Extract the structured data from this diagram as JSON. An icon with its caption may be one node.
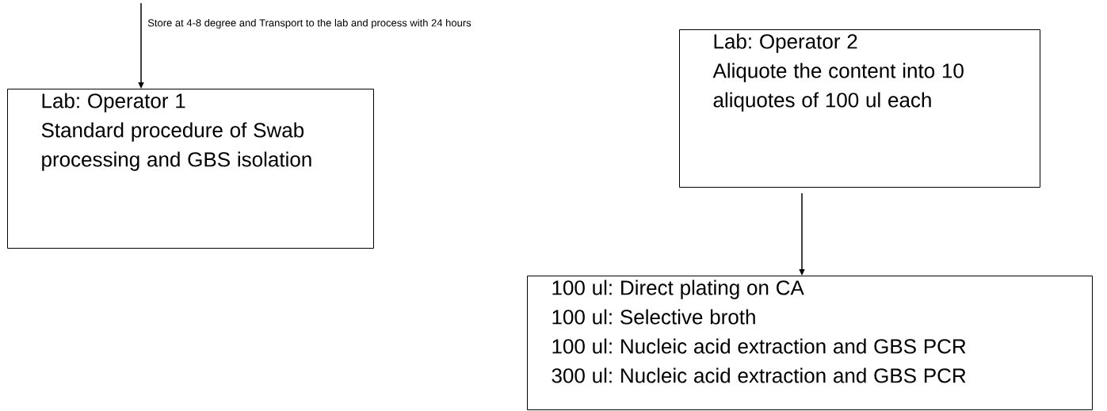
{
  "diagram": {
    "nodes": [
      {
        "text": [
          "Lab: Operator 1",
          "Standard procedure of Swab processing and GBS isolation"
        ]
      },
      {
        "text": [
          "Lab: Operator 2",
          "Aliquote the content into 10 aliquotes of 100 ul each"
        ]
      },
      {
        "text": [
          "100 ul: Direct plating on CA",
          "100 ul: Selective broth",
          "100 ul: Nucleic acid extraction and GBS PCR",
          "300 ul: Nucleic acid extraction and GBS PCR"
        ]
      }
    ],
    "edges": [
      {
        "from": null,
        "to": 0,
        "arrow": "to"
      },
      {
        "from": 1,
        "to": 2,
        "arrow": "to"
      }
    ],
    "labels": [
      "Store at 4-8 degree and Transport to the lab and process with 24 hours"
    ]
  }
}
